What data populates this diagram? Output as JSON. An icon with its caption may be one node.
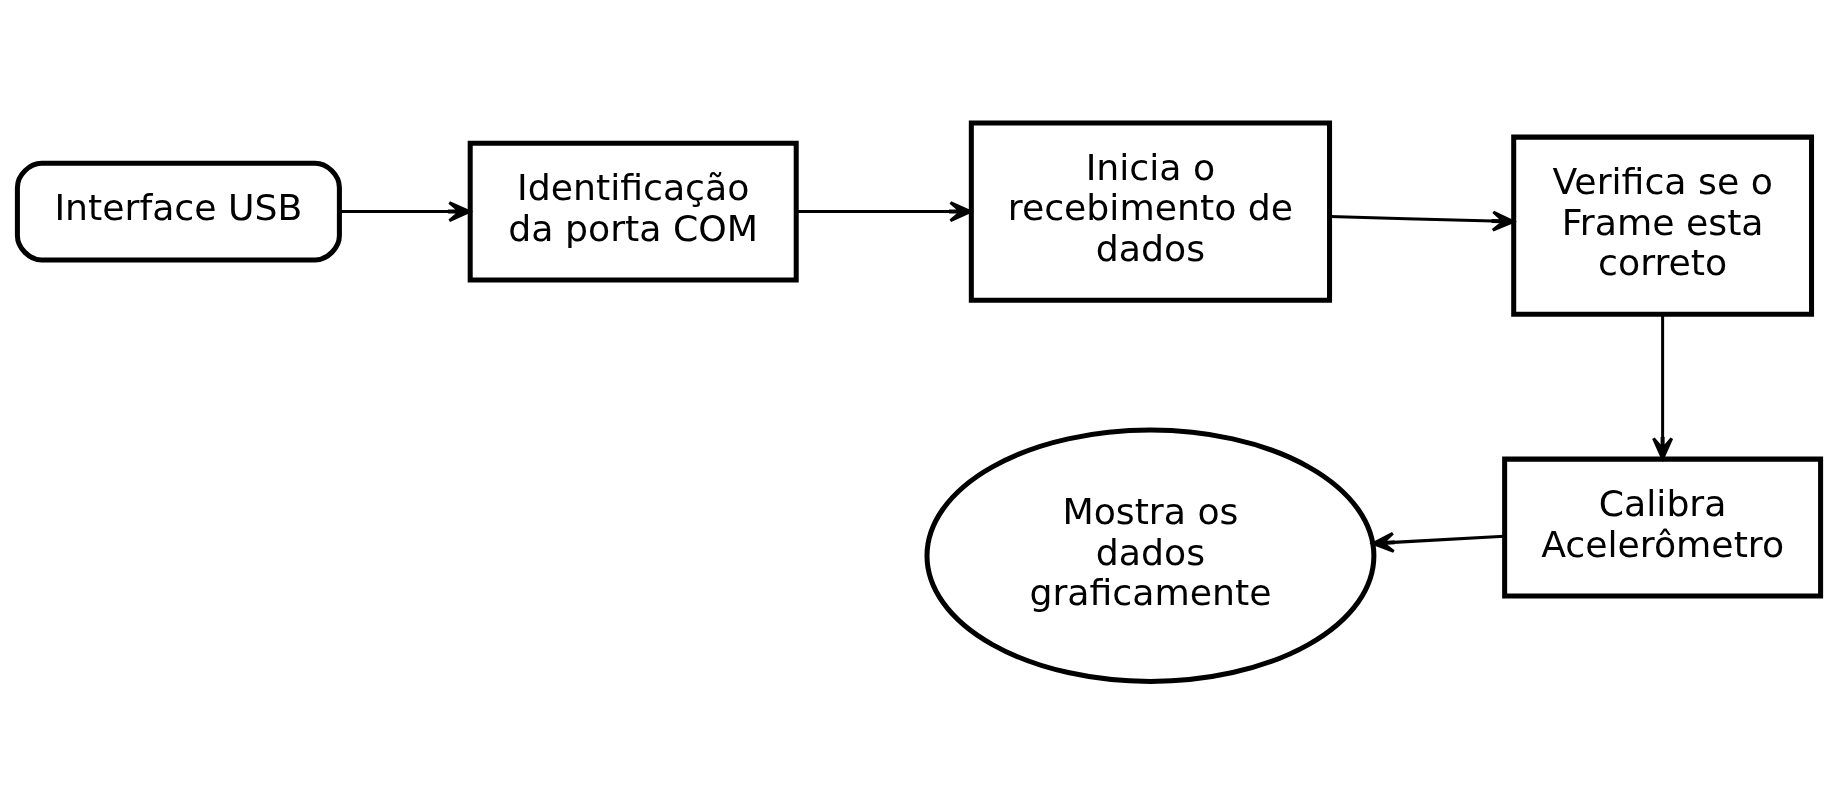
{
  "diagram": {
    "nodes": [
      {
        "text": [
          "Interface USB"
        ]
      },
      {
        "text": [
          "Identificação da porta COM"
        ]
      },
      {
        "text": [
          "Inicia o recebimento de dados"
        ]
      },
      {
        "text": [
          "Verifica se o Frame esta correto"
        ]
      },
      {
        "text": [
          "Calibra Acelerômetro"
        ]
      },
      {
        "text": [
          "Mostra os dados graficamente"
        ]
      }
    ],
    "edges": [
      {
        "from": 0,
        "to": 1,
        "arrow": "to"
      },
      {
        "from": 1,
        "to": 2,
        "arrow": "to"
      },
      {
        "from": 2,
        "to": 3,
        "arrow": "to"
      },
      {
        "from": 3,
        "to": 4,
        "arrow": "to"
      },
      {
        "from": 4,
        "to": 5,
        "arrow": "to"
      }
    ]
  }
}
